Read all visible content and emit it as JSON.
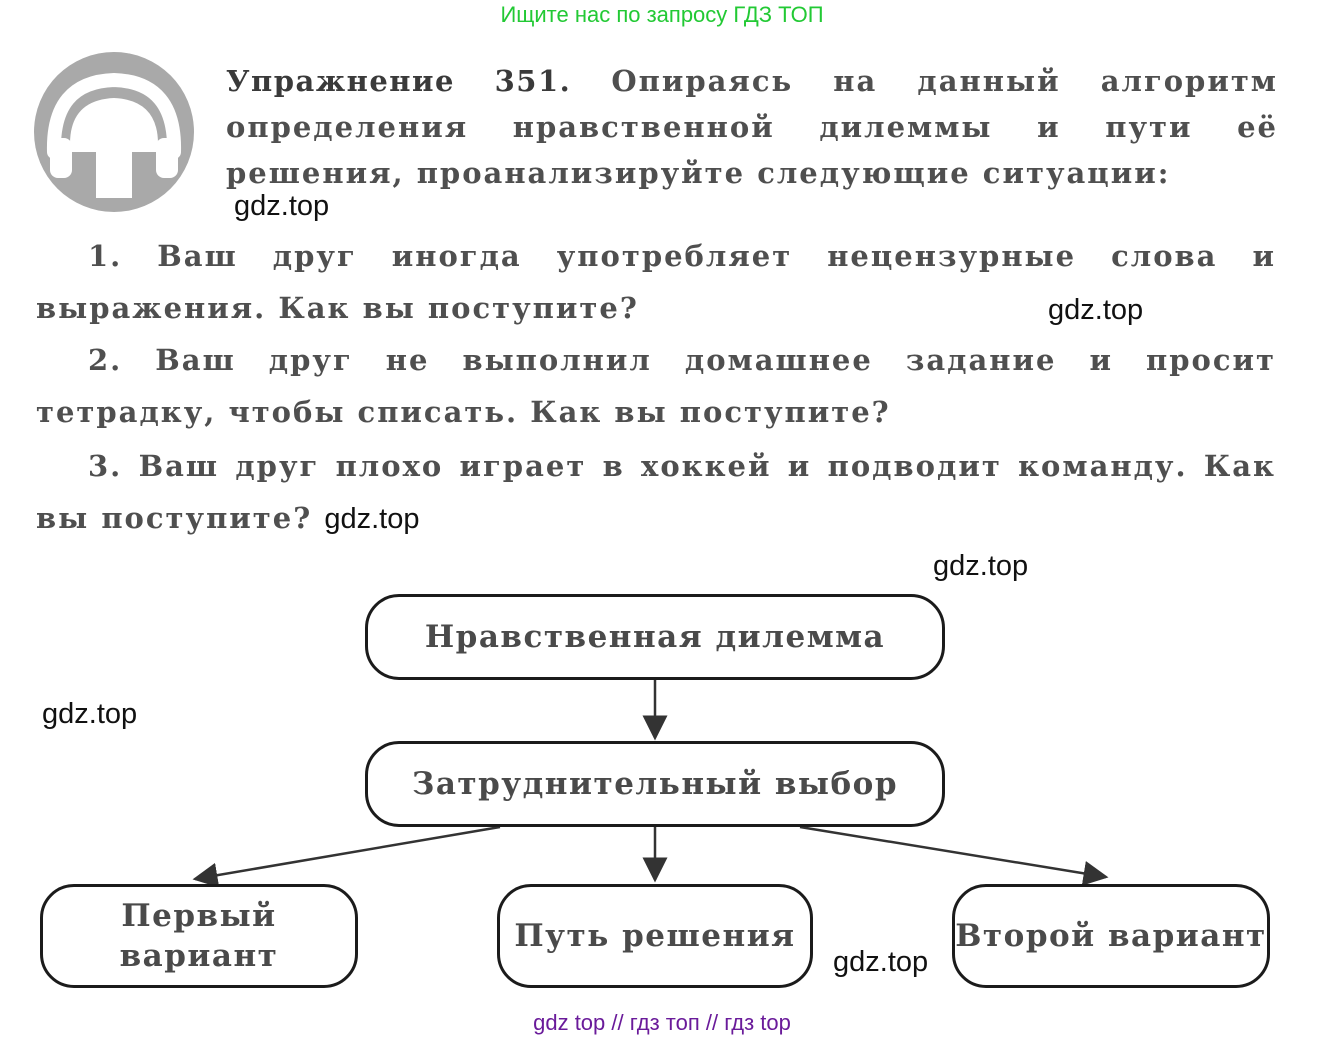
{
  "banner": "Ищите нас по запросу ГДЗ ТОП",
  "exercise": {
    "lead": "Упражнение 351.",
    "intro": "Опираясь на данный алгоритм определения нравственной дилеммы и пути её решения, проанализируйте следующие ситуации:",
    "items": [
      "1. Ваш друг иногда употребляет нецензурные слова и выражения. Как вы поступите?",
      "2. Ваш друг не выполнил домашнее задание и просит тетрадку, чтобы списать. Как вы поступите?",
      "3. Ваш друг плохо играет в хоккей и подводит команду. Как вы поступите?"
    ]
  },
  "diagram": {
    "top": "Нравственная дилемма",
    "middle": "Затруднительный выбор",
    "left": "Первый вариант",
    "center": "Путь решения",
    "right": "Второй вариант"
  },
  "watermarks": [
    "gdz.top",
    "gdz.top",
    "gdz.top",
    "gdz.top",
    "gdz.top",
    "gdz.top"
  ],
  "footer": "gdz top  //  гдз топ  //  гдз top",
  "colors": {
    "banner": "#22c934",
    "footer": "#6a1b9a",
    "avatar": "#a9a9a9"
  },
  "icons": {
    "avatar": "headset-user-icon"
  }
}
